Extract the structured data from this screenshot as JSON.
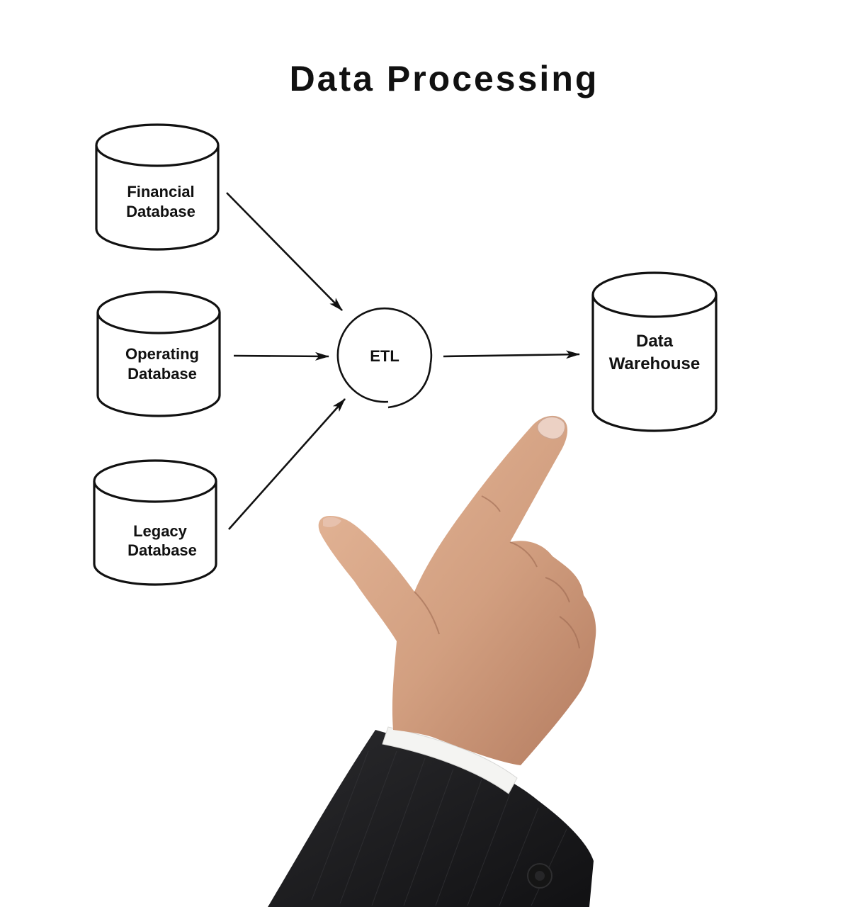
{
  "title": "Data Processing",
  "colors": {
    "background": "#ffffff",
    "ink": "#111111",
    "skin": "#d9a98a",
    "skin_shadow": "#b98265",
    "nail": "#ecd1c4",
    "sleeve": "#1e1e20",
    "cuff": "#f4f4f2"
  },
  "nodes": {
    "financial": {
      "line1": "Financial",
      "line2": "Database",
      "shape": "cylinder"
    },
    "operating": {
      "line1": "Operating",
      "line2": "Database",
      "shape": "cylinder"
    },
    "legacy": {
      "line1": "Legacy",
      "line2": "Database",
      "shape": "cylinder"
    },
    "etl": {
      "label": "ETL",
      "shape": "circle"
    },
    "warehouse": {
      "line1": "Data",
      "line2": "Warehouse",
      "shape": "cylinder"
    }
  },
  "edges": [
    {
      "from": "financial",
      "to": "etl"
    },
    {
      "from": "operating",
      "to": "etl"
    },
    {
      "from": "legacy",
      "to": "etl"
    },
    {
      "from": "etl",
      "to": "warehouse"
    }
  ],
  "photo": {
    "subject": "pointing-hand-in-dark-suit-sleeve"
  }
}
